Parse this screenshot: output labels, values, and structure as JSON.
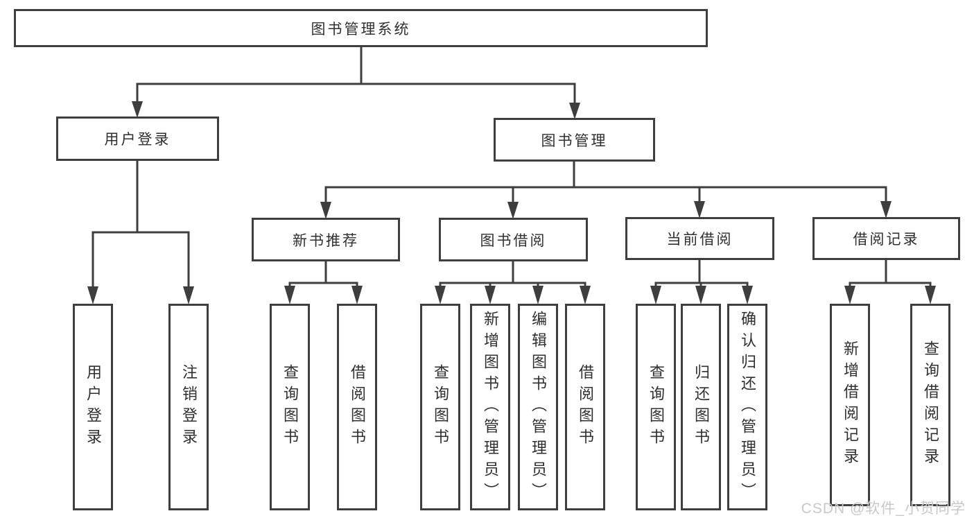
{
  "diagram": {
    "root": {
      "label": "图书管理系统",
      "children": [
        {
          "label": "用户登录",
          "children": [
            {
              "label": "用户登录"
            },
            {
              "label": "注销登录"
            }
          ]
        },
        {
          "label": "图书管理",
          "children": [
            {
              "label": "新书推荐",
              "children": [
                {
                  "label": "查询图书"
                },
                {
                  "label": "借阅图书"
                }
              ]
            },
            {
              "label": "图书借阅",
              "children": [
                {
                  "label": "查询图书"
                },
                {
                  "label": "新增图书（管理员）"
                },
                {
                  "label": "编辑图书（管理员）"
                },
                {
                  "label": "借阅图书"
                }
              ]
            },
            {
              "label": "当前借阅",
              "children": [
                {
                  "label": "查询图书"
                },
                {
                  "label": "归还图书"
                },
                {
                  "label": "确认归还（管理员）"
                }
              ]
            },
            {
              "label": "借阅记录",
              "children": [
                {
                  "label": "新增借阅记录"
                },
                {
                  "label": "查询借阅记录"
                }
              ]
            }
          ]
        }
      ]
    }
  },
  "watermark": {
    "text": "CSDN @软件_小贺同学"
  },
  "colors": {
    "line": "#3e3e3e",
    "text": "#2f2f2f",
    "background": "#ffffff",
    "watermark": "#c8c8c8"
  }
}
